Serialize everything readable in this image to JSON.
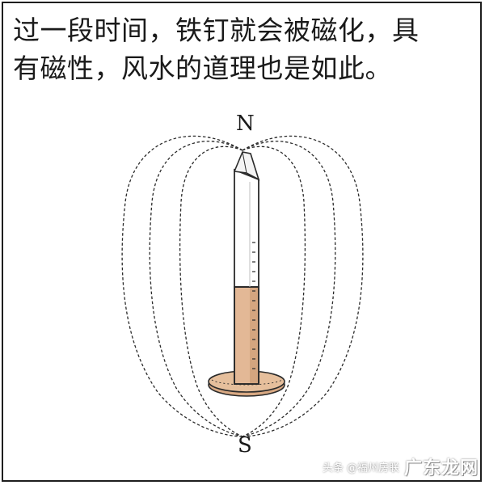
{
  "caption": {
    "line1": "过一段时间，铁钉就会被磁化，具",
    "line2": "有磁性，风水的道理也是如此。"
  },
  "poles": {
    "north": "N",
    "south": "S"
  },
  "watermark": {
    "logo_text": "广东龙网",
    "sub_text": "头条 @福州房联"
  },
  "colors": {
    "ink": "#1a1a1a",
    "nail_fill": "#e3b896",
    "nail_shadow": "#c9966e",
    "head_fill": "#e6bf9c"
  },
  "icons": [
    "magnetic-field-lines",
    "iron-nail",
    "compass-pole-labels"
  ]
}
